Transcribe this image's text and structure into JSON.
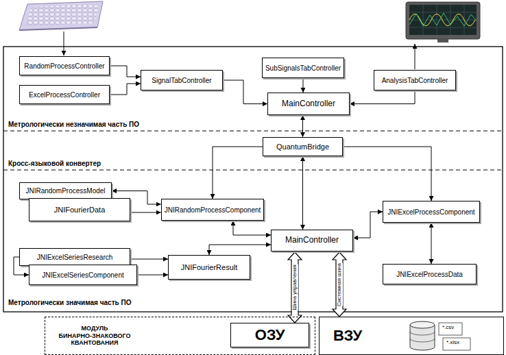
{
  "diagram": {
    "nodes": [
      {
        "text": [
          "RandomProcessController"
        ]
      },
      {
        "text": [
          "ExcelProcessController"
        ]
      },
      {
        "text": [
          "SignalTabController"
        ]
      },
      {
        "text": [
          "SubSignalsTabController"
        ]
      },
      {
        "text": [
          "AnalysisTabController"
        ]
      },
      {
        "text": [
          "MainController"
        ]
      },
      {
        "text": [
          "QuantumBridge"
        ]
      },
      {
        "text": [
          "JNIRandomProcessModel"
        ]
      },
      {
        "text": [
          "JNIFourierData"
        ]
      },
      {
        "text": [
          "JNIRandomProcessComponent"
        ]
      },
      {
        "text": [
          "JNIExcelProcessComponent"
        ]
      },
      {
        "text": [
          "MainController"
        ]
      },
      {
        "text": [
          "JNIExcelSeriesResearch"
        ]
      },
      {
        "text": [
          "JNIExcelSeriesComponent"
        ]
      },
      {
        "text": [
          "JNIFourierResult"
        ]
      },
      {
        "text": [
          "JNIExcelProcessData"
        ]
      },
      {
        "text": [
          "МОДУЛЬ БИНАРНО-ЗНАКОВОГО КВАНТОВАНИЯ"
        ]
      },
      {
        "text": [
          "ОЗУ"
        ],
        "in": 16
      },
      {
        "text": [
          "ВЗУ"
        ]
      }
    ],
    "edges": [
      {
        "from": 0,
        "to": 2,
        "arrow": "to"
      },
      {
        "from": 1,
        "to": 2,
        "arrow": "to"
      },
      {
        "from": 2,
        "to": 5,
        "arrow": "to"
      },
      {
        "from": 3,
        "to": 5,
        "arrow": "to"
      },
      {
        "from": 4,
        "to": 5,
        "arrow": "to"
      },
      {
        "from": 5,
        "to": 6,
        "arrow": "both"
      },
      {
        "from": 6,
        "to": 9,
        "arrow": "to"
      },
      {
        "from": 6,
        "to": 10,
        "arrow": "to"
      },
      {
        "from": 6,
        "to": 11,
        "arrow": "both"
      },
      {
        "from": 9,
        "to": 7,
        "arrow": "both"
      },
      {
        "from": 8,
        "to": 9,
        "arrow": "to"
      },
      {
        "from": 11,
        "to": 9,
        "arrow": "both"
      },
      {
        "from": 11,
        "to": 10,
        "arrow": "both"
      },
      {
        "from": 10,
        "to": 15,
        "arrow": "both"
      },
      {
        "from": 14,
        "to": 11,
        "arrow": "both"
      },
      {
        "from": 12,
        "to": 14,
        "arrow": "to"
      },
      {
        "from": 13,
        "to": 14,
        "arrow": "to"
      },
      {
        "from": 12,
        "to": 13,
        "arrow": "to"
      },
      {
        "from": 11,
        "to": 17,
        "label": "Шина управления",
        "arrow": "both"
      },
      {
        "from": 11,
        "to": 18,
        "label": "Системная шина",
        "arrow": "both"
      }
    ],
    "labels": [
      "Метрологически незначимая часть ПО",
      "Кросс-языковой конвертер",
      "Метрологически значимая часть ПО",
      "*.csv",
      "*.xlsx"
    ]
  }
}
